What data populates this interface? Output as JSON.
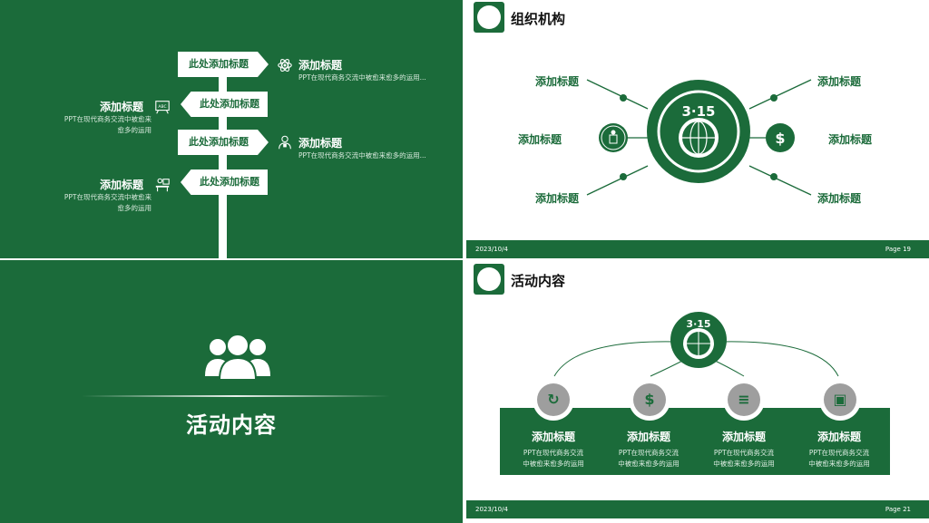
{
  "slide1": {
    "signs": [
      "此处添加标题",
      "此处添加标题",
      "此处添加标题",
      "此处添加标题"
    ],
    "items": [
      {
        "title": "添加标题",
        "desc": "PPT在现代商务交流中被愈来愈多的运用..."
      },
      {
        "title": "添加标题",
        "desc_l1": "PPT在现代商务交流中被愈来",
        "desc_l2": "愈多的运用"
      },
      {
        "title": "添加标题",
        "desc": "PPT在现代商务交流中被愈来愈多的运用..."
      },
      {
        "title": "添加标题",
        "desc_l1": "PPT在现代商务交流中被愈来",
        "desc_l2": "愈多的运用"
      }
    ],
    "icons": [
      "atom-icon",
      "abc-board-icon",
      "person-icon",
      "teacher-desk-icon"
    ]
  },
  "slide2": {
    "title": "组织机构",
    "logo_text": "3·15",
    "labels": [
      "添加标题",
      "添加标题",
      "添加标题",
      "添加标题",
      "添加标题",
      "添加标题"
    ],
    "footer_date": "2023/10/4",
    "footer_page": "Page 19"
  },
  "slide3": {
    "title": "活动内容",
    "icon": "group-people-icon"
  },
  "slide4": {
    "title": "活动内容",
    "logo_text": "3·15",
    "items": [
      {
        "icon": "recycle-icon",
        "title": "添加标题",
        "desc_l1": "PPT在现代商务交流",
        "desc_l2": "中被愈来愈多的运用"
      },
      {
        "icon": "dollar-icon",
        "title": "添加标题",
        "desc_l1": "PPT在现代商务交流",
        "desc_l2": "中被愈来愈多的运用"
      },
      {
        "icon": "coins-icon",
        "title": "添加标题",
        "desc_l1": "PPT在现代商务交流",
        "desc_l2": "中被愈来愈多的运用"
      },
      {
        "icon": "gift-icon",
        "title": "添加标题",
        "desc_l1": "PPT在现代商务交流",
        "desc_l2": "中被愈来愈多的运用"
      }
    ],
    "footer_date": "2023/10/4",
    "footer_page": "Page 21"
  },
  "colors": {
    "brand_green": "#1b6b3a",
    "grey": "#9e9e9e",
    "white": "#ffffff"
  }
}
